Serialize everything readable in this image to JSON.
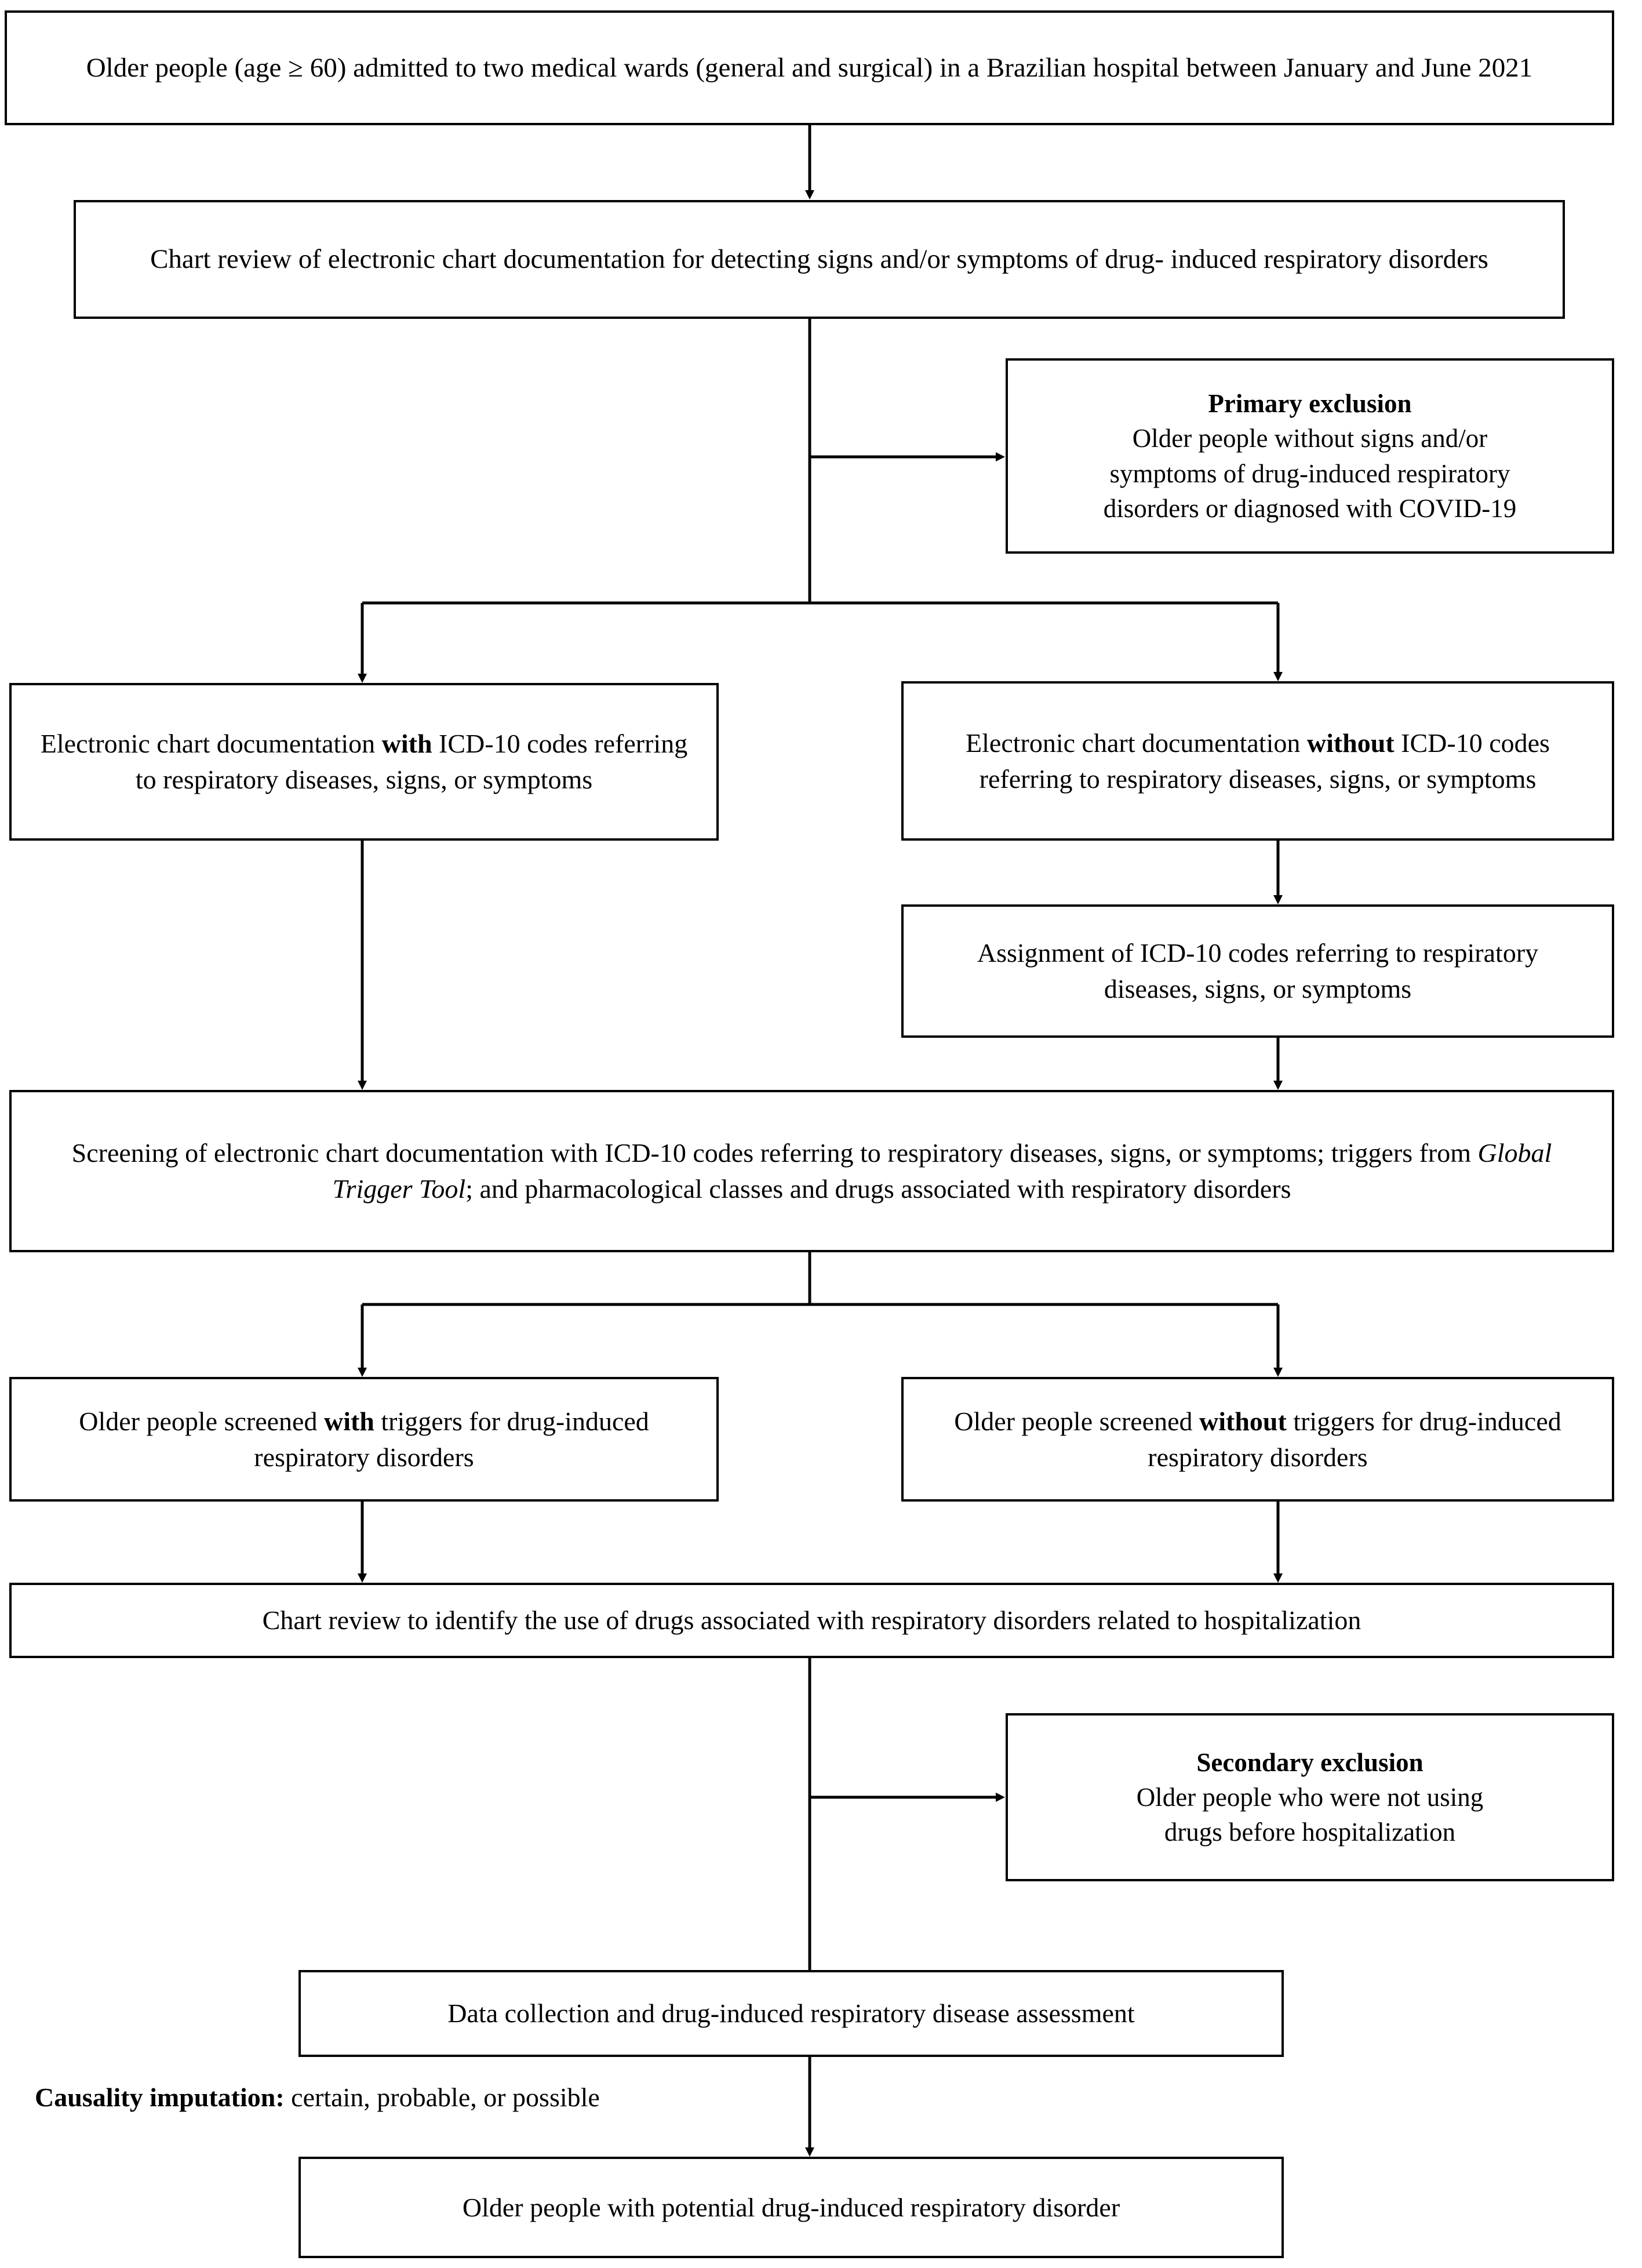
{
  "diagram": {
    "title": "Study flowchart of drug-induced respiratory disorders in older inpatients",
    "type": "flowchart",
    "orientation": "top-to-bottom",
    "line_color": "#000000",
    "box_fill": "#ffffff",
    "text_color": "#000000"
  },
  "nodes": {
    "population": {
      "id": "n1",
      "line1": "Older people (age ≥ 60) admitted to two medical wards (general and surgical) in a Brazilian hospital",
      "line2": "between January and June 2021"
    },
    "chart_review": {
      "id": "n2",
      "line1": "Chart review of electronic chart documentation for detecting signs and/or symptoms of drug-",
      "line2": "induced respiratory disorders"
    },
    "primary_exclusion": {
      "id": "n3",
      "heading": "Primary exclusion",
      "line1": "Older people without signs and/or",
      "line2": "symptoms of drug-induced respiratory",
      "line3": "disorders or diagnosed with COVID-19"
    },
    "with_icd": {
      "id": "n4",
      "pre": "Electronic chart documentation ",
      "emphasis": "with",
      "post": " ICD-10 codes referring to respiratory diseases, signs, or symptoms"
    },
    "without_icd": {
      "id": "n5",
      "pre": "Electronic chart documentation ",
      "emphasis": "without",
      "post": " ICD-10 codes referring to respiratory diseases, signs, or symptoms"
    },
    "assignment": {
      "id": "n6",
      "line1": "Assignment of ICD-10 codes referring to",
      "line2": "respiratory diseases, signs, or symptoms"
    },
    "screening": {
      "id": "n7",
      "pre": "Screening of electronic chart documentation with ICD-10 codes referring to respiratory diseases, signs, or symptoms; triggers from ",
      "emphasis": "Global Trigger Tool",
      "post": "; and pharmacological classes and drugs associated with respiratory disorders"
    },
    "screened_with": {
      "id": "n8",
      "pre": "Older people screened ",
      "emphasis": "with",
      "post": " triggers for drug-induced respiratory disorders"
    },
    "screened_without": {
      "id": "n9",
      "pre": "Older people screened ",
      "emphasis": "without",
      "post": " triggers for drug-induced respiratory disorders"
    },
    "drug_use_review": {
      "id": "n10",
      "text": "Chart review to identify the use of drugs associated with respiratory disorders related to hospitalization"
    },
    "secondary_exclusion": {
      "id": "n11",
      "heading": "Secondary exclusion",
      "line1": "Older people who were not using",
      "line2": "drugs before hospitalization"
    },
    "data_collection": {
      "id": "n12",
      "text": "Data collection and drug-induced respiratory disease assessment"
    },
    "outcome": {
      "id": "n13",
      "text": "Older people with potential drug-induced respiratory disorder"
    }
  },
  "edge_labels": {
    "causality": {
      "emphasis": "Causality imputation:",
      "rest": " certain, probable, or possible"
    }
  },
  "edges": [
    {
      "from": "population",
      "to": "chart_review",
      "style": "arrow-down"
    },
    {
      "from": "chart_review",
      "to": "primary_exclusion",
      "style": "elbow-right-arrow"
    },
    {
      "from": "chart_review",
      "to": "with_icd",
      "style": "split-left-arrow"
    },
    {
      "from": "chart_review",
      "to": "without_icd",
      "style": "split-right-arrow"
    },
    {
      "from": "without_icd",
      "to": "assignment",
      "style": "arrow-down"
    },
    {
      "from": "with_icd",
      "to": "screening",
      "style": "arrow-down"
    },
    {
      "from": "assignment",
      "to": "screening",
      "style": "arrow-down"
    },
    {
      "from": "screening",
      "to": "screened_with",
      "style": "split-left-arrow"
    },
    {
      "from": "screening",
      "to": "screened_without",
      "style": "split-right-arrow"
    },
    {
      "from": "screened_with",
      "to": "drug_use_review",
      "style": "arrow-down"
    },
    {
      "from": "screened_without",
      "to": "drug_use_review",
      "style": "arrow-down"
    },
    {
      "from": "drug_use_review",
      "to": "secondary_exclusion",
      "style": "elbow-right-arrow"
    },
    {
      "from": "drug_use_review",
      "to": "data_collection",
      "style": "line-down"
    },
    {
      "from": "data_collection",
      "to": "outcome",
      "style": "arrow-down",
      "label": "causality"
    }
  ]
}
